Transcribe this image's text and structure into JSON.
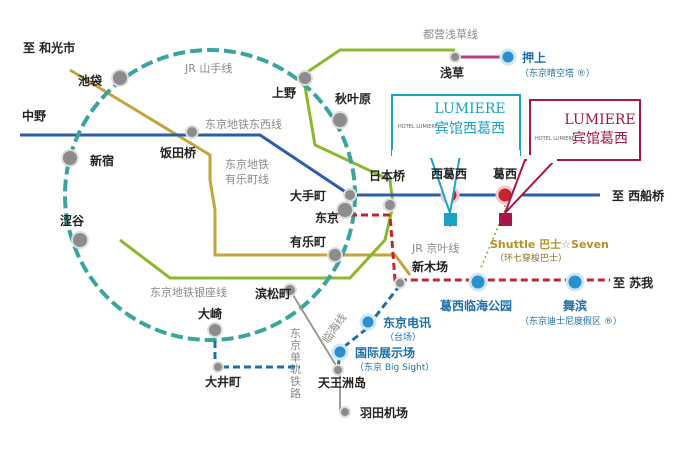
{
  "lines": {
    "yamanote": "JR 山手线",
    "tozai": "东京地铁东西线",
    "yurakucho": "东京地铁\n有乐町线",
    "ginza": "东京地铁银座线",
    "asakusa": "都营浅草线",
    "keiyo": "JR 京叶线",
    "rinkai": "临海线",
    "monorail": "东\n京\n单\n轨\n铁\n路"
  },
  "stations": {
    "to_wakomi": "至 和光市",
    "ikebukuro": "池袋",
    "nakano": "中野",
    "shinjuku": "新宿",
    "iidabashi": "饭田桥",
    "shibuya": "涩谷",
    "ueno": "上野",
    "akihabara": "秋叶原",
    "asakusa": "浅草",
    "oshiage": "押上",
    "oshiage_sub": "（东京晴空塔 ®）",
    "nihonbashi": "日本桥",
    "otemachi": "大手町",
    "tokyo": "东京",
    "yurakucho": "有乐町",
    "shimbashi": "新木场",
    "hamamatsucho": "滨松町",
    "osaki": "大崎",
    "oimachi": "大井町",
    "tennozu": "天王洲岛",
    "haneda": "羽田机场",
    "nishikasai": "西葛西",
    "kasai": "葛西",
    "to_funabashi": "至 西船桥",
    "kasai_rinkai": "葛西临海公园",
    "maihama": "舞滨",
    "maihama_sub": "（东京迪士尼度假区 ®）",
    "to_soga": "至 苏我",
    "tokyo_teleport": "东京电讯",
    "tokyo_teleport_sub": "（台场）",
    "kokusai": "国际展示场",
    "kokusai_sub": "（东京 Big Sight）"
  },
  "hotels": {
    "nishikasai": {
      "brand": "LUMIERE",
      "name": "宾馆西葛西",
      "logo": "HOTEL LUMIERE"
    },
    "kasai": {
      "brand": "LUMIERE",
      "name": "宾馆葛西",
      "logo": "HOTEL LUMIERE"
    }
  },
  "shuttle": {
    "label": "Shuttle 巴士☆Seven",
    "sub": "（环七穿梭巴士）"
  },
  "colors": {
    "yamanote": "#3aa5a0",
    "tozai": "#2a5fa8",
    "yurakucho": "#c3a43d",
    "ginza": "#e89830",
    "asakusa": "#c13b7c",
    "keiyo": "#c0262f",
    "rinkai": "#1e6fa8",
    "monorail": "#1e6fa8",
    "hibiya": "#8db72d",
    "station_gray": "#8c8c8c",
    "box_nishikasai": "#1aa3c5",
    "box_kasai": "#a7154a"
  }
}
